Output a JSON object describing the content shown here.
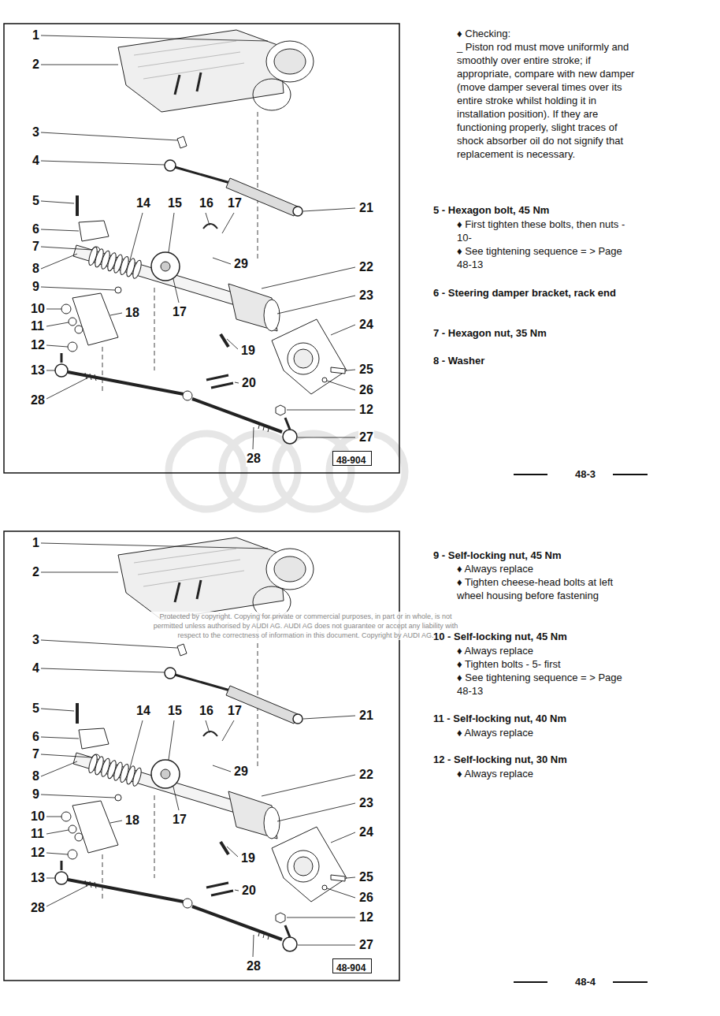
{
  "diagram": {
    "nodes": [
      {
        "text": [
          "48-904"
        ]
      },
      {
        "text": [
          "48-904"
        ]
      }
    ],
    "labels": [
      "1",
      "2",
      "3",
      "4",
      "5",
      "14",
      "15",
      "16",
      "17",
      "21",
      "6",
      "7",
      "29",
      "8",
      "22",
      "9",
      "10",
      "18",
      "17",
      "23",
      "11",
      "24",
      "12",
      "19",
      "13",
      "25",
      "26",
      "28",
      "20",
      "12",
      "27",
      "28",
      "♦ Checking:",
      "_ Piston rod must move uniformly and smoothly over entire stroke; if appropriate, compare with new damper (move damper several times over its entire stroke whilst holding it in installation position). If they are functioning properly, slight traces of shock absorber oil do not signify that replacement is necessary.",
      "5 - Hexagon bolt, 45 Nm",
      "♦ First tighten these bolts, then nuts - 10-",
      "♦ See tightening sequence = > Page 48-13",
      "6 - Steering damper bracket, rack end",
      "7 - Hexagon nut, 35 Nm",
      "8 - Washer",
      "48-3",
      "1",
      "2",
      "3",
      "4",
      "5",
      "14",
      "15",
      "16",
      "17",
      "21",
      "6",
      "7",
      "29",
      "8",
      "22",
      "9",
      "10",
      "18",
      "17",
      "23",
      "11",
      "24",
      "12",
      "19",
      "13",
      "25",
      "26",
      "28",
      "20",
      "12",
      "27",
      "28",
      "Protected by copyright. Copying for private or commercial purposes, in part or in whole, is not permitted unless authorised by AUDI AG. AUDI AG does not guarantee or accept any liability with respect to the correctness of information in this document. Copyright by AUDI AG.",
      "9 - Self-locking nut, 45 Nm",
      "♦ Always replace",
      "♦ Tighten cheese-head bolts at left wheel housing before fastening",
      "10 - Self-locking nut, 45 Nm",
      "♦ Always replace",
      "♦ Tighten bolts - 5- first",
      "♦ See tightening sequence = > Page 48-13",
      "11 - Self-locking nut, 40 Nm",
      "♦ Always replace",
      "12 - Self-locking nut, 30 Nm",
      "♦ Always replace",
      "48-4"
    ]
  }
}
